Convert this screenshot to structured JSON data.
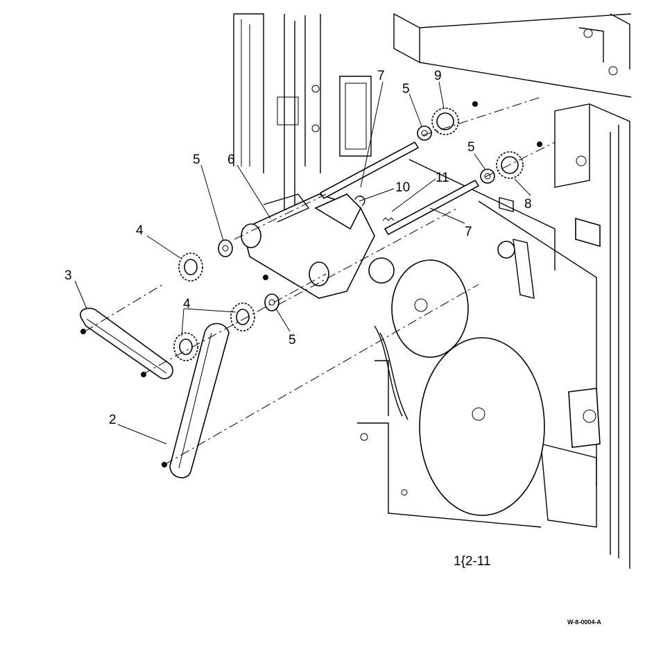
{
  "diagram": {
    "figure_id": "1{2-11",
    "doc_id": "W-8-0004-A",
    "callouts": [
      {
        "id": "c7a",
        "label": "7"
      },
      {
        "id": "c5a",
        "label": "5"
      },
      {
        "id": "c9",
        "label": "9"
      },
      {
        "id": "c5b",
        "label": "5"
      },
      {
        "id": "c5c",
        "label": "5"
      },
      {
        "id": "c6",
        "label": "6"
      },
      {
        "id": "c11",
        "label": "11"
      },
      {
        "id": "c10",
        "label": "10"
      },
      {
        "id": "c8",
        "label": "8"
      },
      {
        "id": "c7b",
        "label": "7"
      },
      {
        "id": "c4a",
        "label": "4"
      },
      {
        "id": "c3",
        "label": "3"
      },
      {
        "id": "c4b",
        "label": "4"
      },
      {
        "id": "c5d",
        "label": "5"
      },
      {
        "id": "c2",
        "label": "2"
      }
    ]
  }
}
